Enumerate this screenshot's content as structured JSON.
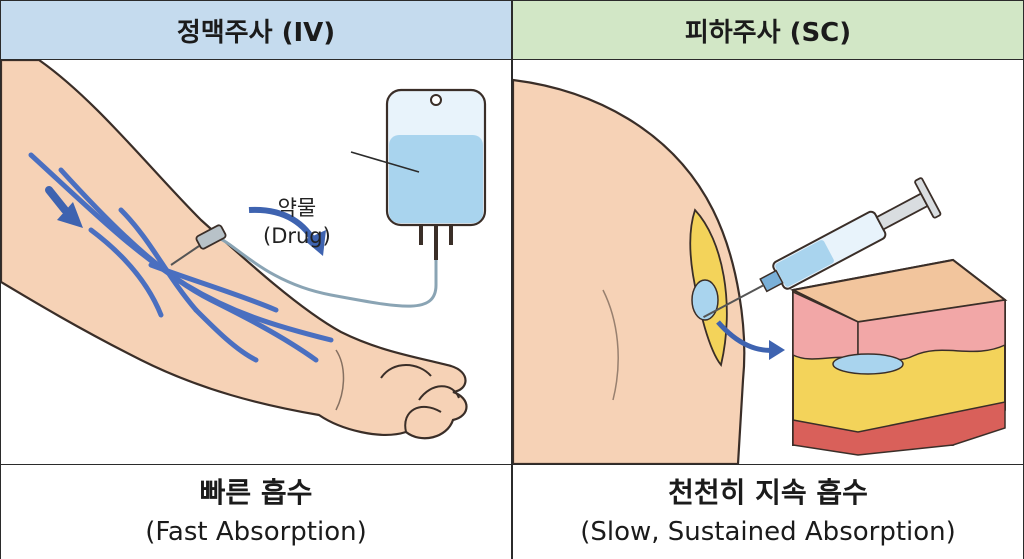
{
  "left": {
    "title": "정맥주사 (IV)",
    "drug_label_ko": "약물",
    "drug_label_en": "(Drug)",
    "footer_ko": "빠른 흡수",
    "footer_en": "(Fast Absorption)",
    "header_color": "#c5dbee"
  },
  "right": {
    "title": "피하주사 (SC)",
    "footer_ko": "천천히 지속 흡수",
    "footer_en": "(Slow, Sustained Absorption)",
    "header_color": "#d2e7c6"
  },
  "colors": {
    "skin": "#f6d2b6",
    "vein": "#4a6fc0",
    "fat": "#f3d35a",
    "drug_fluid": "#a9d4ee",
    "arrow": "#3e63b0"
  }
}
